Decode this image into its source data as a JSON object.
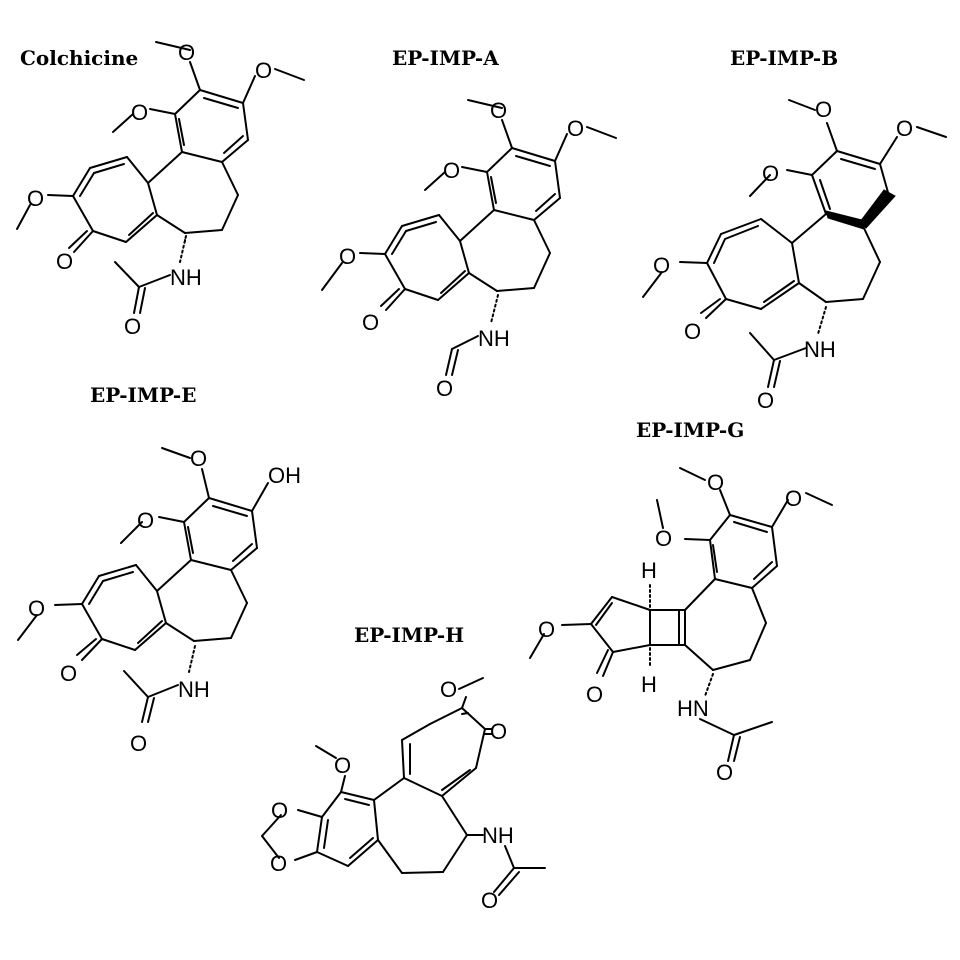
{
  "molecules": [
    {
      "title": "Colchicine"
    },
    {
      "title": "EP-IMP-A"
    },
    {
      "title": "EP-IMP-B"
    },
    {
      "title": "EP-IMP-E"
    },
    {
      "title": "EP-IMP-G"
    },
    {
      "title": "EP-IMP-H"
    }
  ],
  "atom_labels": {
    "O": "O",
    "NH": "NH",
    "HN": "HN",
    "OH": "OH",
    "H": "H"
  }
}
